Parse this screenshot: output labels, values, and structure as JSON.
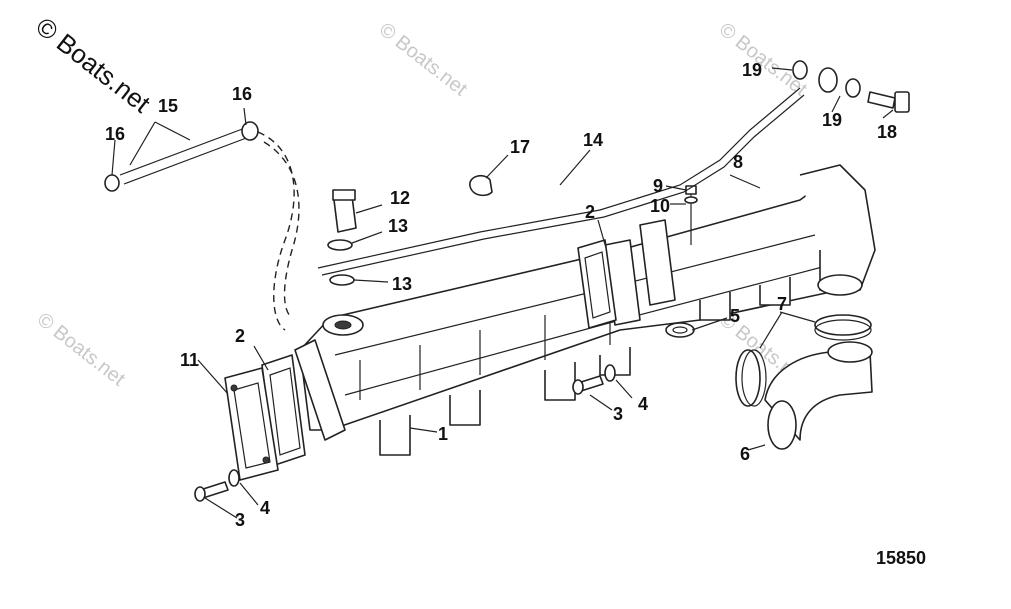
{
  "watermark": {
    "main": "© Boats.net",
    "faded": "© Boats.net"
  },
  "figure_number": "15850",
  "callouts": {
    "c1": "1",
    "c2a": "2",
    "c2b": "2",
    "c3a": "3",
    "c3b": "3",
    "c4a": "4",
    "c4b": "4",
    "c5": "5",
    "c6": "6",
    "c7": "7",
    "c8": "8",
    "c9": "9",
    "c10": "10",
    "c11": "11",
    "c12": "12",
    "c13a": "13",
    "c13b": "13",
    "c14": "14",
    "c15": "15",
    "c16a": "16",
    "c16b": "16",
    "c17": "17",
    "c18": "18",
    "c19a": "19",
    "c19b": "19"
  }
}
